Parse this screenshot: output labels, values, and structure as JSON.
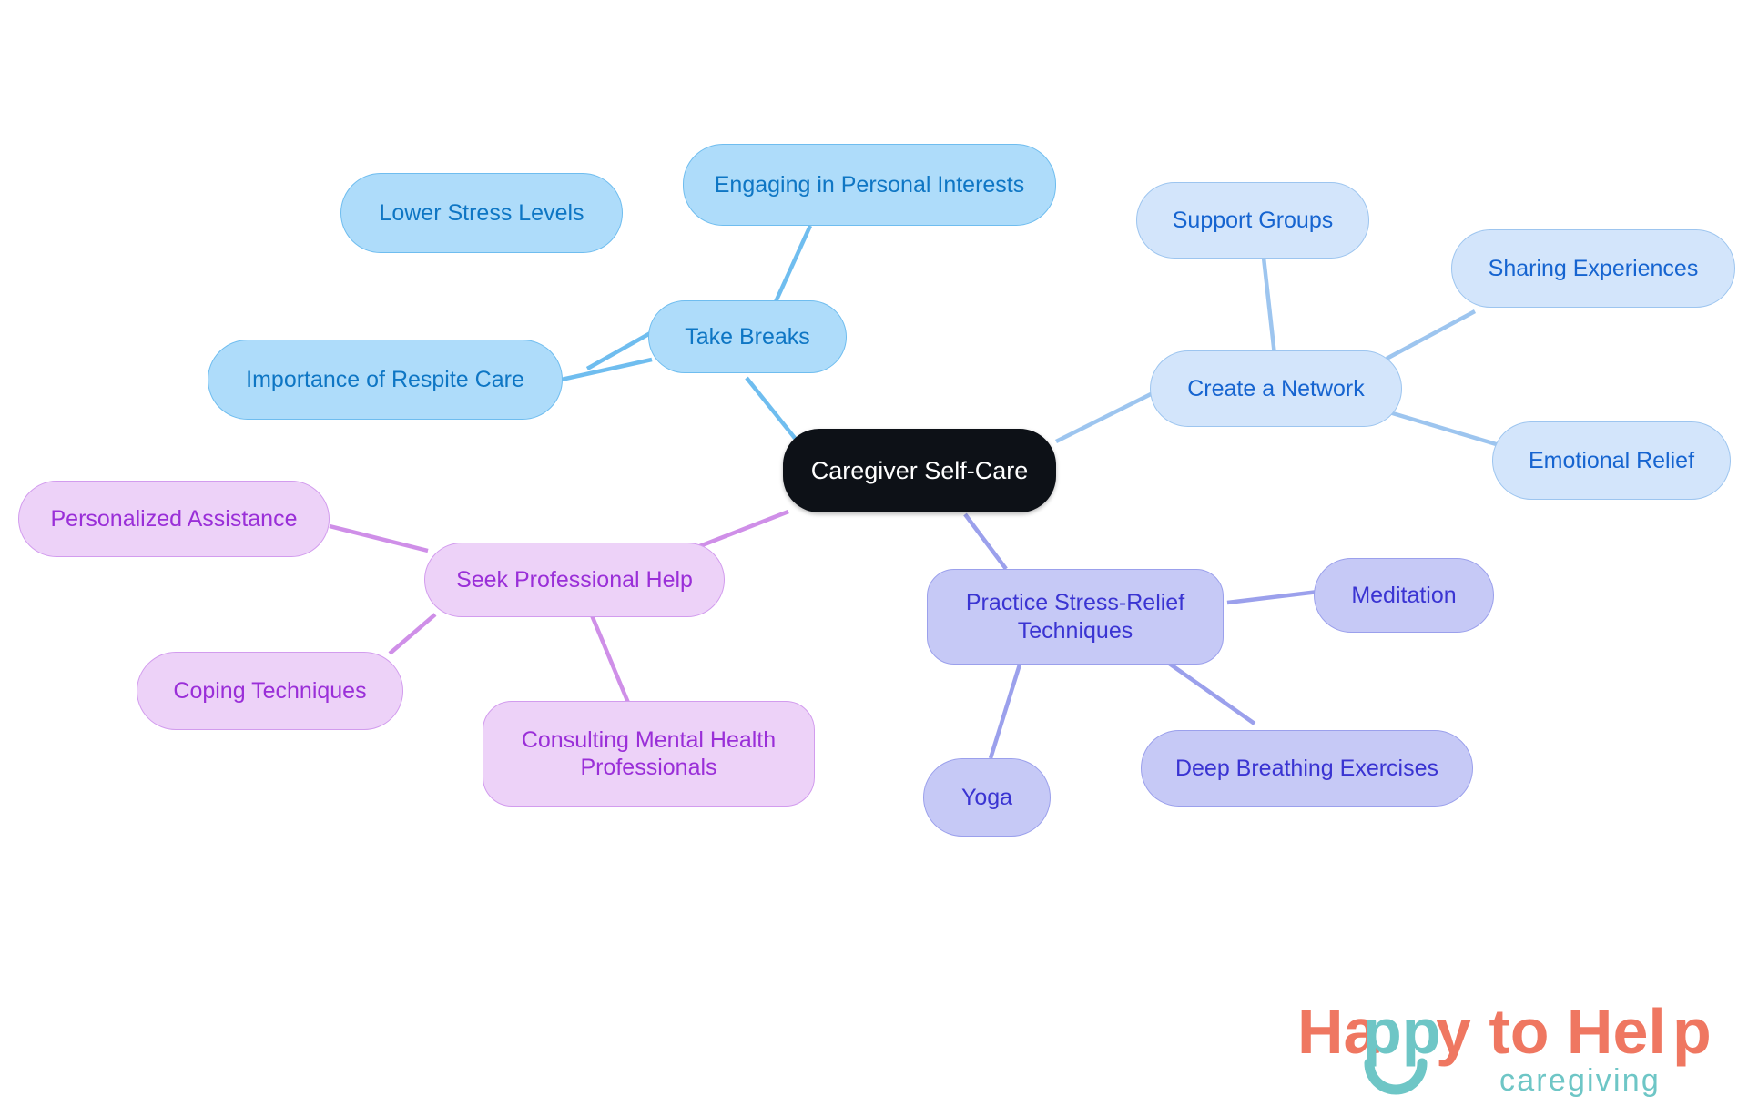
{
  "diagram": {
    "type": "mindmap",
    "title": "Caregiver Self-Care",
    "background": "#ffffff",
    "root": {
      "id": "root",
      "label": "Caregiver Self-Care",
      "fill": "#0d1117",
      "text": "#ffffff"
    },
    "branches": [
      {
        "id": "take-breaks",
        "label": "Take Breaks",
        "fill": "#aedcfa",
        "border": "#6fbdef",
        "text": "#0e76c4",
        "children": [
          {
            "id": "lower-stress-levels",
            "label": "Lower Stress Levels"
          },
          {
            "id": "engaging-in-personal-interests",
            "label": "Engaging in Personal Interests"
          },
          {
            "id": "importance-of-respite-care",
            "label": "Importance of Respite Care"
          }
        ]
      },
      {
        "id": "create-a-network",
        "label": "Create a Network",
        "fill": "#d3e5fb",
        "border": "#9dc5ef",
        "text": "#1664d0",
        "children": [
          {
            "id": "support-groups",
            "label": "Support Groups"
          },
          {
            "id": "sharing-experiences",
            "label": "Sharing Experiences"
          },
          {
            "id": "emotional-relief",
            "label": "Emotional Relief"
          }
        ]
      },
      {
        "id": "practice-stress-relief-techniques",
        "label": "Practice Stress-Relief Techniques",
        "fill": "#c6c9f6",
        "border": "#9ba0ec",
        "text": "#3a34d2",
        "children": [
          {
            "id": "meditation",
            "label": "Meditation"
          },
          {
            "id": "deep-breathing-exercises",
            "label": "Deep Breathing Exercises"
          },
          {
            "id": "yoga",
            "label": "Yoga"
          }
        ]
      },
      {
        "id": "seek-professional-help",
        "label": "Seek Professional Help",
        "fill": "#edd2f8",
        "border": "#d29cee",
        "text": "#9a2fd8",
        "children": [
          {
            "id": "personalized-assistance",
            "label": "Personalized Assistance"
          },
          {
            "id": "coping-techniques",
            "label": "Coping Techniques"
          },
          {
            "id": "consulting-mental-health-professionals",
            "label": "Consulting Mental Health\nProfessionals"
          }
        ]
      }
    ]
  },
  "logo": {
    "line1_part1": "Ha",
    "line1_part2": "pp",
    "line1_part3": "y to Hel",
    "line1_part4": "p",
    "line1_full": "Happy to Help",
    "line2": "caregiving",
    "coral": "#ef7761",
    "teal": "#6ec6c6"
  }
}
